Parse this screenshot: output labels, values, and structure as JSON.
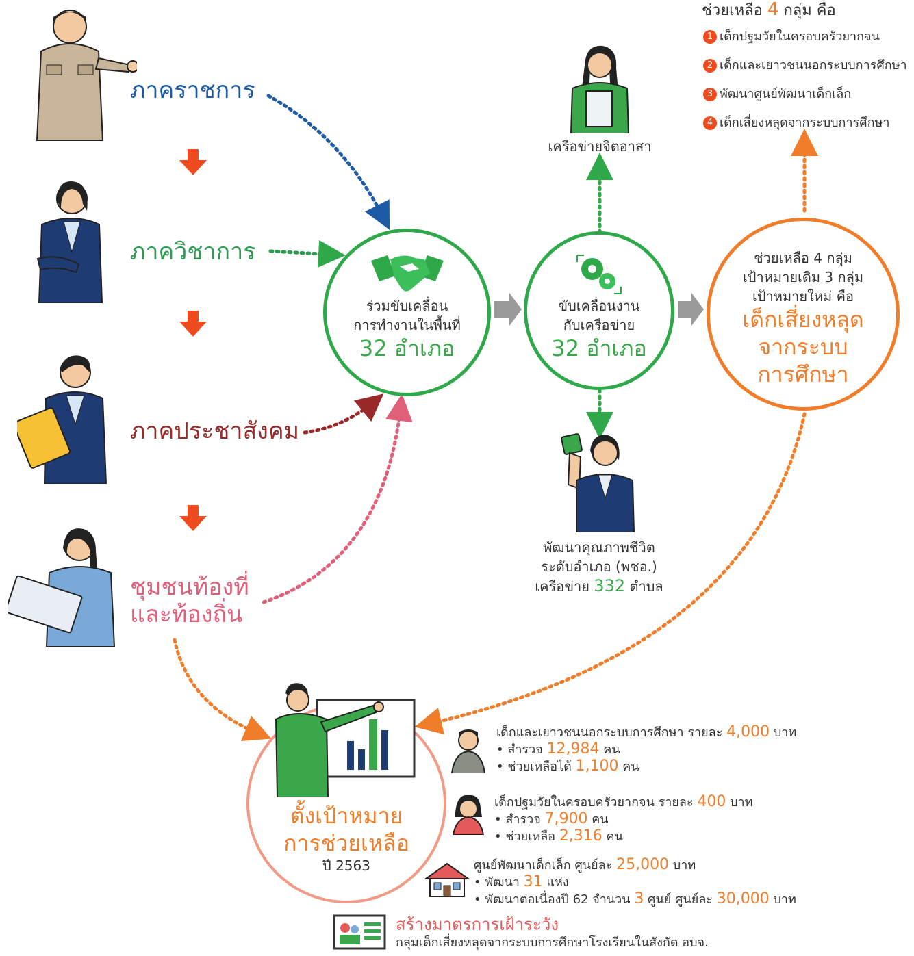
{
  "top_right": {
    "heading": "ช่วยเหลือ",
    "heading_num": "4",
    "heading_tail": "กลุ่ม คือ",
    "items": [
      {
        "badge": "1",
        "text": "เด็กปฐมวัยในครอบครัวยากจน"
      },
      {
        "badge": "2",
        "text": "เด็กและเยาวชนนอกระบบการศึกษา"
      },
      {
        "badge": "3",
        "text": "พัฒนาศูนย์พัฒนาเด็กเล็ก"
      },
      {
        "badge": "4",
        "text": "เด็กเสี่ยงหลุดจากระบบการศึกษา"
      }
    ]
  },
  "sectors": {
    "government": "ภาคราชการ",
    "academic": "ภาควิชาการ",
    "civil": "ภาคประชาสังคม",
    "community_1": "ชุมชนท้องที่",
    "community_2": "และท้องถิ่น"
  },
  "circle_join": {
    "line1": "ร่วมขับเคลื่อน",
    "line2": "การทำงานในพื้นที่",
    "big": "32 อำเภอ"
  },
  "circle_network": {
    "line1": "ขับเคลื่อนงาน",
    "line2": "กับเครือข่าย",
    "big": "32 อำเภอ"
  },
  "circle_help": {
    "line1": "ช่วยเหลือ 4 กลุ่ม",
    "line2": "เป้าหมายเดิม 3 กลุ่ม",
    "line3": "เป้าหมายใหม่ คือ",
    "big1": "เด็กเสี่ยงหลุด",
    "big2": "จากระบบ",
    "big3": "การศึกษา"
  },
  "volunteer_label": "เครือข่ายจิตอาสา",
  "quality": {
    "line1": "พัฒนาคุณภาพชีวิต",
    "line2": "ระดับอำเภอ (พชอ.)",
    "line3_pre": "เครือข่าย",
    "line3_num": "332",
    "line3_post": "ตำบล"
  },
  "target_circle": {
    "line1": "ตั้งเป้าหมาย",
    "line2": "การช่วยเหลือ",
    "year": "ปี 2563"
  },
  "stats": {
    "youth": {
      "title": "เด็กและเยาวชนนอกระบบการศึกษา รายละ",
      "amount": "4,000",
      "unit": "บาท",
      "l1": "• สำรวจ",
      "n1": "12,984",
      "u1": "คน",
      "l2": "• ช่วยเหลือได้",
      "n2": "1,100",
      "u2": "คน"
    },
    "early": {
      "title": "เด็กปฐมวัยในครอบครัวยากจน รายละ",
      "amount": "400",
      "unit": "บาท",
      "l1": "• สำรวจ",
      "n1": "7,900",
      "u1": "คน",
      "l2": "• ช่วยเหลือ",
      "n2": "2,316",
      "u2": "คน"
    },
    "center": {
      "title": "ศูนย์พัฒนาเด็กเล็ก ศูนย์ละ",
      "amount": "25,000",
      "unit": "บาท",
      "l1": "• พัฒนา",
      "n1": "31",
      "u1": "แห่ง",
      "l2": "• พัฒนาต่อเนื่องปี 62 จำนวน",
      "n2": "3",
      "u2": "ศูนย์ ศูนย์ละ",
      "n3": "30,000",
      "u3": "บาท"
    }
  },
  "bottom": {
    "title": "สร้างมาตรการเฝ้าระวัง",
    "subtitle": "กลุ่มเด็กเสี่ยงหลุดจากระบบการศึกษาโรงเรียนในสังกัด อบจ."
  },
  "colors": {
    "green": "#2fa84a",
    "orange": "#f07d2a",
    "blue": "#1f5aa6",
    "maroon": "#9a2a2a",
    "pink": "#e0607a",
    "salmon": "#f19a85"
  },
  "icons": [
    "official-icon",
    "academic-icon",
    "civil-icon",
    "community-icon",
    "handshake-icon",
    "gears-icon",
    "volunteer-icon",
    "leader-icon",
    "presenter-icon",
    "boy-icon",
    "girl-icon",
    "house-icon",
    "monitor-icon"
  ]
}
